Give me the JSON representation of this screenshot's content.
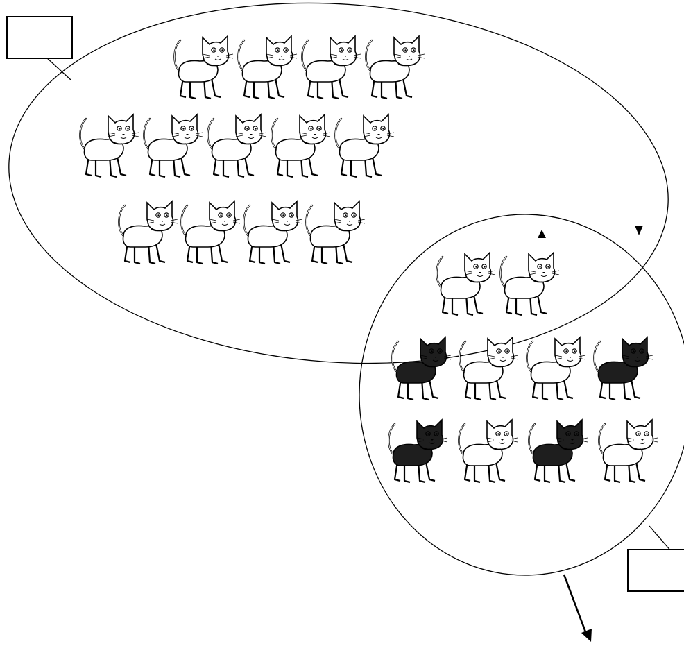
{
  "diagram": {
    "set_a": {
      "label_box_text": "",
      "rows": [
        {
          "cats": [
            "plain",
            "plain",
            "plain",
            "plain"
          ]
        },
        {
          "cats": [
            "plain",
            "plain",
            "plain",
            "plain",
            "plain"
          ]
        },
        {
          "cats": [
            "plain",
            "plain",
            "plain",
            "plain"
          ]
        }
      ]
    },
    "set_b": {
      "label_box_text": "",
      "rows": [
        {
          "cats": [
            "plain",
            "plain"
          ]
        },
        {
          "cats": [
            "dark",
            "plain",
            "plain",
            "dark"
          ]
        },
        {
          "cats": [
            "dark",
            "plain",
            "dark",
            "plain"
          ]
        }
      ]
    },
    "markers": [
      "triangle-up",
      "triangle-down",
      "arrow-down"
    ],
    "colors": {
      "ink": "#000000",
      "paper": "#ffffff",
      "dark_cat": "#1e1e1e"
    }
  }
}
